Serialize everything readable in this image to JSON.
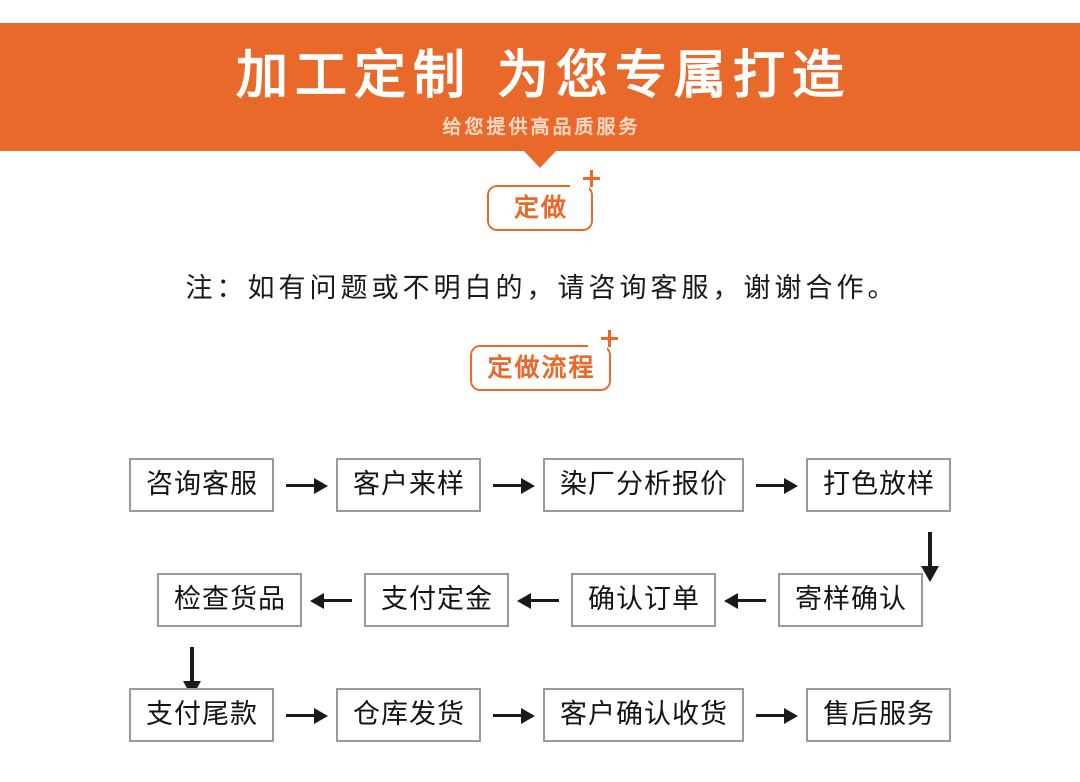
{
  "banner": {
    "title": "加工定制 为您专属打造",
    "subtitle": "给您提供高品质服务",
    "background_color": "#e8692a",
    "title_color": "#ffffff",
    "subtitle_color": "#fbd9c4",
    "notch_icon": "triangle-down-icon"
  },
  "badges": {
    "custom": {
      "label": "定做",
      "plus_icon": "plus-icon",
      "color": "#e8692a"
    },
    "process": {
      "label": "定做流程",
      "plus_icon": "plus-icon",
      "color": "#e8692a"
    }
  },
  "note": {
    "text": "注：如有问题或不明白的，请咨询客服，谢谢合作。",
    "color": "#1a1a1a"
  },
  "flowchart": {
    "node_border_color": "#9a9a9a",
    "arrow_color": "#1a1a1a",
    "rows": [
      {
        "direction": "right",
        "nodes": [
          "咨询客服",
          "客户来样",
          "染厂分析报价",
          "打色放样"
        ],
        "connectors": [
          "arrow-right-icon",
          "arrow-right-icon",
          "arrow-right-icon"
        ]
      },
      {
        "direction": "left",
        "nodes": [
          "检查货品",
          "支付定金",
          "确认订单",
          "寄样确认"
        ],
        "connectors": [
          "arrow-left-icon",
          "arrow-left-icon",
          "arrow-left-icon"
        ]
      },
      {
        "direction": "right",
        "nodes": [
          "支付尾款",
          "仓库发货",
          "客户确认收货",
          "售后服务"
        ],
        "connectors": [
          "arrow-right-icon",
          "arrow-right-icon",
          "arrow-right-icon"
        ]
      }
    ],
    "vertical_connectors": [
      {
        "icon": "arrow-down-icon",
        "from": "打色放样",
        "to": "寄样确认"
      },
      {
        "icon": "arrow-down-icon",
        "from": "检查货品",
        "to": "支付尾款"
      }
    ]
  }
}
